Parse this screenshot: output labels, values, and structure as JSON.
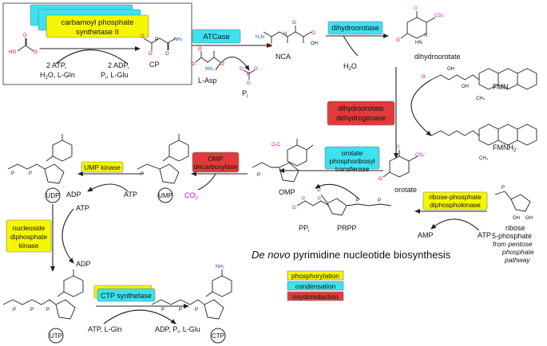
{
  "title": "De novo pyrimidine nucleotide biosynthesis",
  "legend": [
    {
      "label": "phosphorylation",
      "color": "#f6f600"
    },
    {
      "label": "condensation",
      "color": "#3fe0f0"
    },
    {
      "label": "oxydoreduction",
      "color": "#e23a3a"
    }
  ],
  "enzymes": {
    "cps2": "carbamoyl phosphate synthetase II",
    "atcase": "ATCase",
    "dhoase": "dihydroorotase",
    "dhodh": "dihydroorotate dehydrogenase",
    "oprt": "orotate phosphoribosyl transferase",
    "prps": "ribose-phosphate diphosphokinase",
    "ompdc": "OMP decarboxylase",
    "ump_kinase": "UMP kinase",
    "ndk": "nucleoside diphosphate kinase",
    "ctps": "CTP synthetase"
  },
  "molecules": {
    "cp": "CP",
    "laspartate": "L-Asp",
    "nca": "NCA",
    "dihydroorotate": "dihydroorotate",
    "fmn": "FMN",
    "fmnh2": "FMNH",
    "fmnh2_sub": "2",
    "orotate": "orotate",
    "omp": "OMP",
    "prpp": "PRPP",
    "ppi": "PP",
    "ppi_sub": "i",
    "ribose5p": "ribose",
    "ribose5p_2": "5-phosphate",
    "ribose5p_note": [
      "from pentose",
      "phosphate",
      "pathway"
    ],
    "ump": "UMP",
    "udp": "UDP",
    "utp": "UTP",
    "ctp": "CTP",
    "water": "H",
    "water_sub": "2",
    "water_end": "O",
    "co2": "CO",
    "co2_sub": "2",
    "pi": "P",
    "pi_sub": "i"
  },
  "cofactors": {
    "cps_in": [
      "2 ATP,",
      "H",
      "2",
      "O, L-Gln"
    ],
    "cps_out": [
      "2 ADP,",
      "P",
      "i",
      ", L-Glu"
    ],
    "prps_atp": "ATP",
    "prps_amp": "AMP",
    "ump_atp": "ATP",
    "ump_adp": "ADP",
    "ndk_atp": "ATP",
    "ndk_adp": "ADP",
    "ctps_in": "ATP, L-Gln",
    "ctps_out": [
      "ADP, P",
      "i",
      ", L-Glu"
    ]
  }
}
